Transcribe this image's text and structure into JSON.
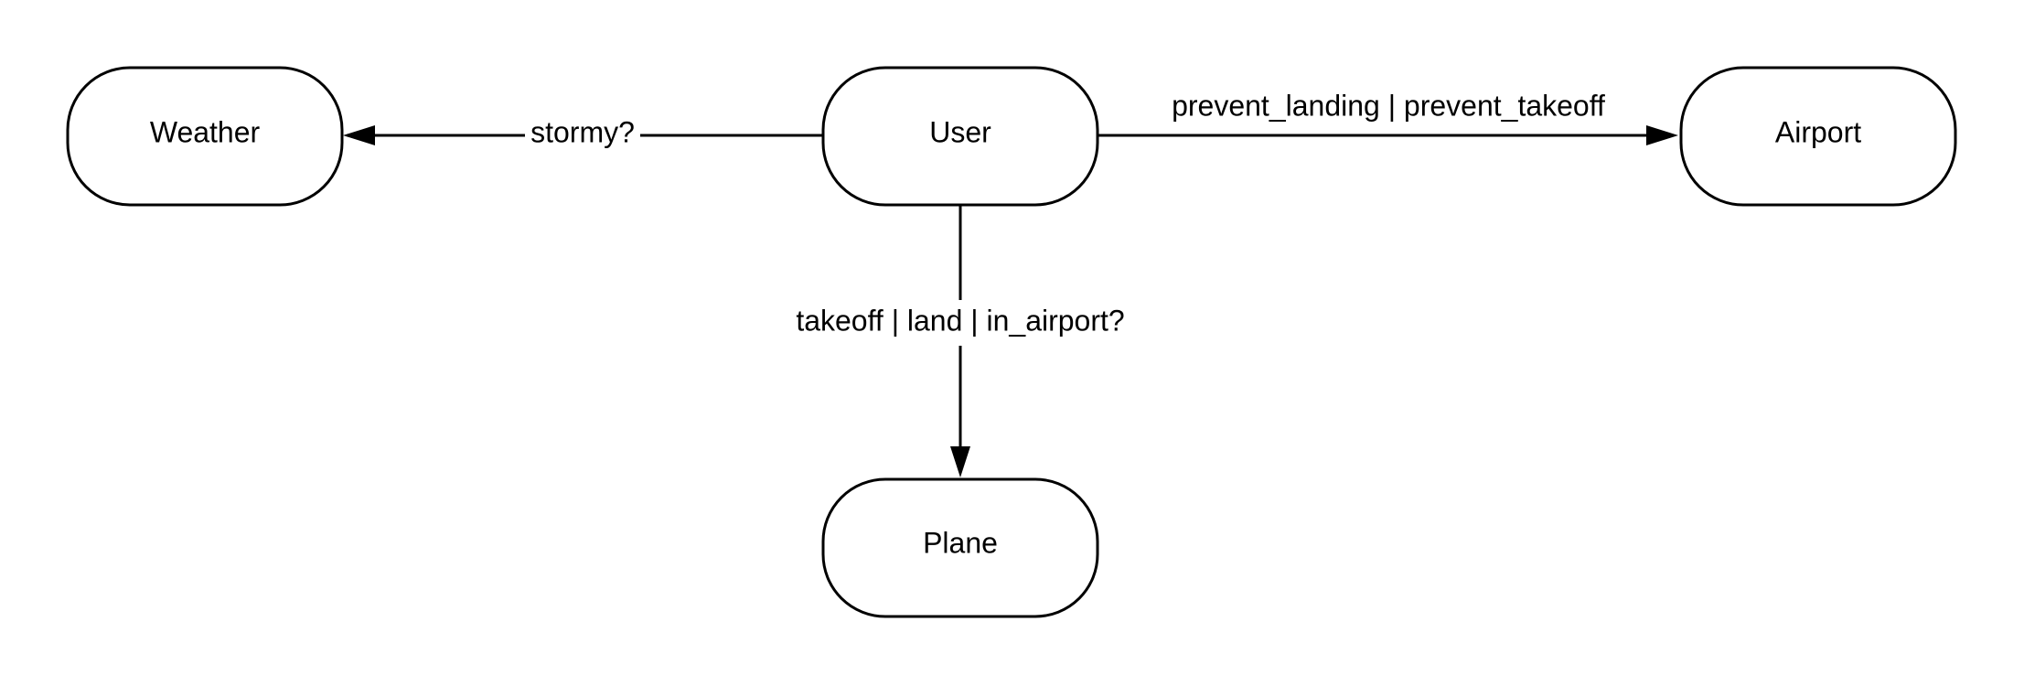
{
  "nodes": {
    "weather": {
      "label": "Weather"
    },
    "user": {
      "label": "User"
    },
    "airport": {
      "label": "Airport"
    },
    "plane": {
      "label": "Plane"
    }
  },
  "edges": {
    "user_to_weather": {
      "from": "User",
      "to": "Weather",
      "label": "stormy?"
    },
    "user_to_airport": {
      "from": "User",
      "to": "Airport",
      "label": "prevent_landing | prevent_takeoff"
    },
    "user_to_plane": {
      "from": "User",
      "to": "Plane",
      "label": "takeoff | land | in_airport?"
    }
  },
  "colors": {
    "stroke": "#000000",
    "fill": "#ffffff"
  }
}
